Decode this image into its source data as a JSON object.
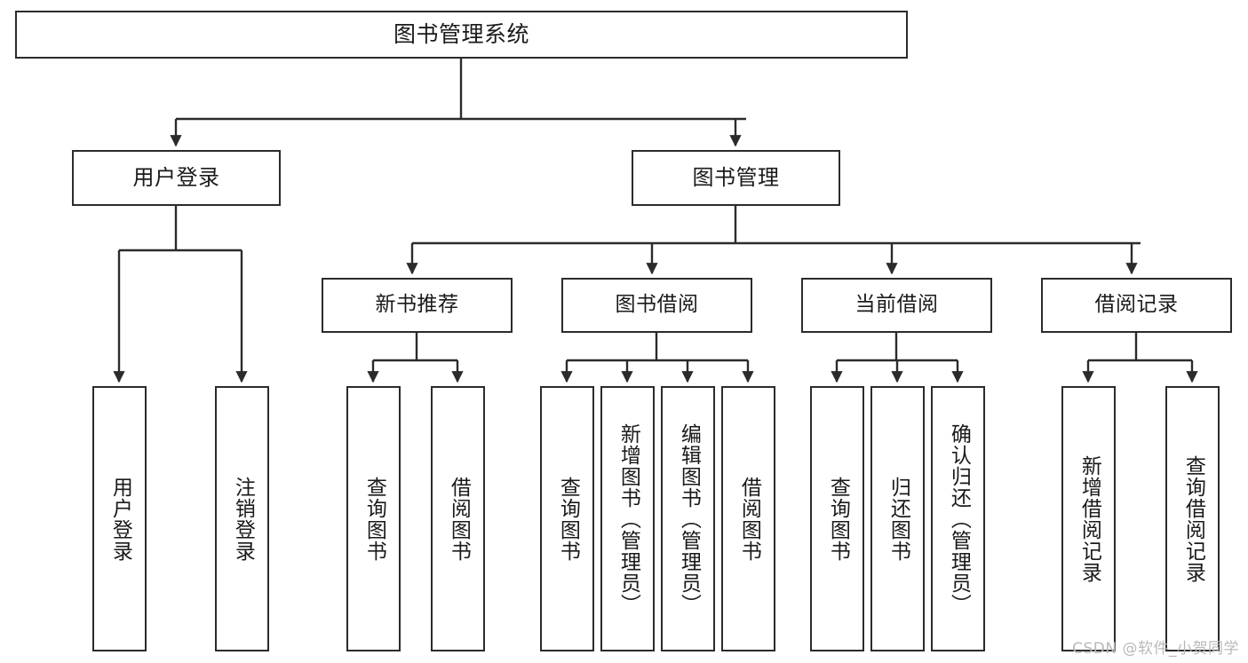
{
  "diagram": {
    "title": "图书管理系统",
    "watermark": "CSDN @软件_小贺同学",
    "line_color": "#2b2b2b",
    "box_border_color": "#2b2b2b",
    "box_fill_color": "#ffffff",
    "text_color": "#1a1a1a",
    "watermark_color": "#b9b9b9"
  },
  "nodes": {
    "root": {
      "label": "图书管理系统"
    },
    "level1": [
      {
        "label": "用户登录"
      },
      {
        "label": "图书管理"
      }
    ],
    "level2": [
      {
        "label": "新书推荐"
      },
      {
        "label": "图书借阅"
      },
      {
        "label": "当前借阅"
      },
      {
        "label": "借阅记录"
      }
    ],
    "leaves": [
      {
        "label": "用户登录",
        "parent": "用户登录"
      },
      {
        "label": "注销登录",
        "parent": "用户登录"
      },
      {
        "label": "查询图书",
        "parent": "新书推荐"
      },
      {
        "label": "借阅图书",
        "parent": "新书推荐"
      },
      {
        "label": "查询图书",
        "parent": "图书借阅"
      },
      {
        "label": "新增图书（管理员）",
        "parent": "图书借阅"
      },
      {
        "label": "编辑图书（管理员）",
        "parent": "图书借阅"
      },
      {
        "label": "借阅图书",
        "parent": "图书借阅"
      },
      {
        "label": "查询图书",
        "parent": "当前借阅"
      },
      {
        "label": "归还图书",
        "parent": "当前借阅"
      },
      {
        "label": "确认归还（管理员）",
        "parent": "当前借阅"
      },
      {
        "label": "新增借阅记录",
        "parent": "借阅记录"
      },
      {
        "label": "查询借阅记录",
        "parent": "借阅记录"
      }
    ]
  }
}
